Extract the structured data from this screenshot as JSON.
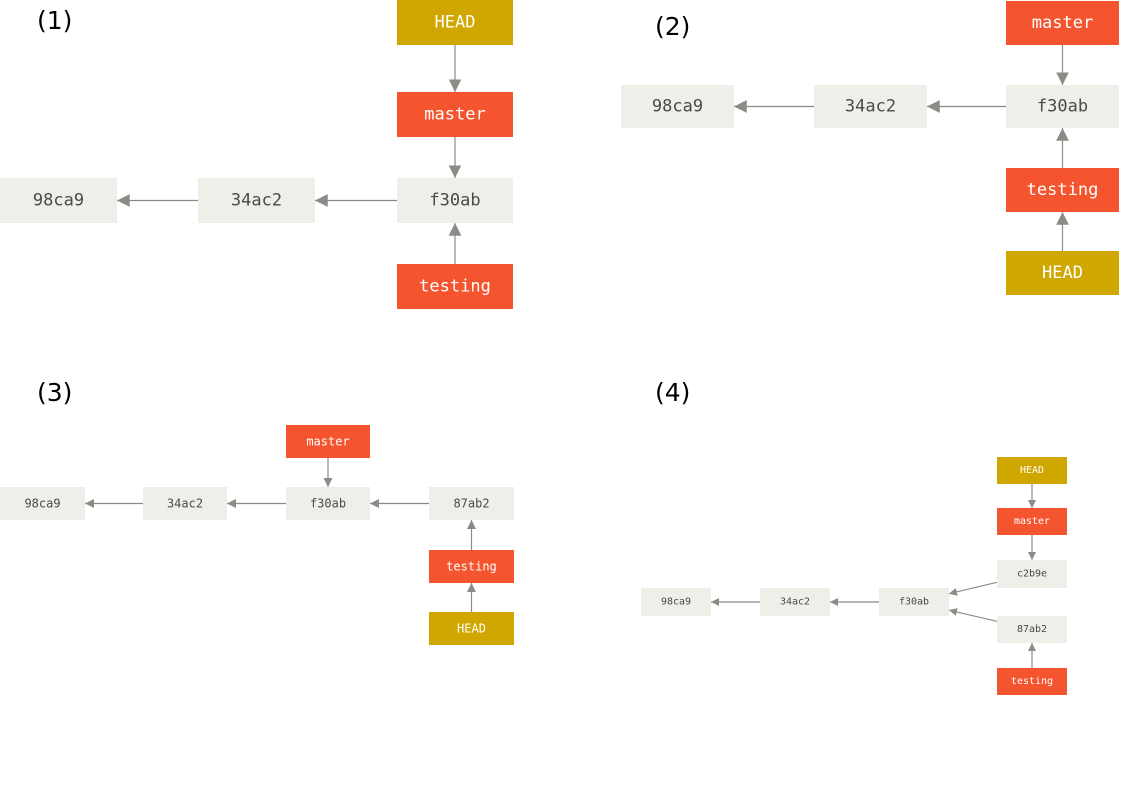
{
  "colors": {
    "commit_fill": "#efeee8",
    "commit_text": "#4a4a4a",
    "branch_fill": "#f4552f",
    "head_fill": "#cfa700",
    "label_text": "#ffffff",
    "arrow": "#8e8b86"
  },
  "panels": [
    {
      "id": "1",
      "label": "(1)",
      "nodes": [
        {
          "id": "head",
          "text": "HEAD",
          "kind": "head"
        },
        {
          "id": "master",
          "text": "master",
          "kind": "branch"
        },
        {
          "id": "98ca9",
          "text": "98ca9",
          "kind": "commit"
        },
        {
          "id": "34ac2",
          "text": "34ac2",
          "kind": "commit"
        },
        {
          "id": "f30ab",
          "text": "f30ab",
          "kind": "commit"
        },
        {
          "id": "testing",
          "text": "testing",
          "kind": "branch"
        }
      ],
      "edges": [
        {
          "from": "head",
          "to": "master"
        },
        {
          "from": "master",
          "to": "f30ab"
        },
        {
          "from": "f30ab",
          "to": "34ac2"
        },
        {
          "from": "34ac2",
          "to": "98ca9"
        },
        {
          "from": "testing",
          "to": "f30ab"
        }
      ]
    },
    {
      "id": "2",
      "label": "(2)",
      "nodes": [
        {
          "id": "master",
          "text": "master",
          "kind": "branch"
        },
        {
          "id": "98ca9",
          "text": "98ca9",
          "kind": "commit"
        },
        {
          "id": "34ac2",
          "text": "34ac2",
          "kind": "commit"
        },
        {
          "id": "f30ab",
          "text": "f30ab",
          "kind": "commit"
        },
        {
          "id": "testing",
          "text": "testing",
          "kind": "branch"
        },
        {
          "id": "head",
          "text": "HEAD",
          "kind": "head"
        }
      ],
      "edges": [
        {
          "from": "master",
          "to": "f30ab"
        },
        {
          "from": "f30ab",
          "to": "34ac2"
        },
        {
          "from": "34ac2",
          "to": "98ca9"
        },
        {
          "from": "testing",
          "to": "f30ab"
        },
        {
          "from": "head",
          "to": "testing"
        }
      ]
    },
    {
      "id": "3",
      "label": "(3)",
      "nodes": [
        {
          "id": "master",
          "text": "master",
          "kind": "branch"
        },
        {
          "id": "98ca9",
          "text": "98ca9",
          "kind": "commit"
        },
        {
          "id": "34ac2",
          "text": "34ac2",
          "kind": "commit"
        },
        {
          "id": "f30ab",
          "text": "f30ab",
          "kind": "commit"
        },
        {
          "id": "87ab2",
          "text": "87ab2",
          "kind": "commit"
        },
        {
          "id": "testing",
          "text": "testing",
          "kind": "branch"
        },
        {
          "id": "head",
          "text": "HEAD",
          "kind": "head"
        }
      ],
      "edges": [
        {
          "from": "master",
          "to": "f30ab"
        },
        {
          "from": "f30ab",
          "to": "34ac2"
        },
        {
          "from": "34ac2",
          "to": "98ca9"
        },
        {
          "from": "87ab2",
          "to": "f30ab"
        },
        {
          "from": "testing",
          "to": "87ab2"
        },
        {
          "from": "head",
          "to": "testing"
        }
      ]
    },
    {
      "id": "4",
      "label": "(4)",
      "nodes": [
        {
          "id": "head",
          "text": "HEAD",
          "kind": "head"
        },
        {
          "id": "master",
          "text": "master",
          "kind": "branch"
        },
        {
          "id": "c2b9e",
          "text": "c2b9e",
          "kind": "commit"
        },
        {
          "id": "98ca9",
          "text": "98ca9",
          "kind": "commit"
        },
        {
          "id": "34ac2",
          "text": "34ac2",
          "kind": "commit"
        },
        {
          "id": "f30ab",
          "text": "f30ab",
          "kind": "commit"
        },
        {
          "id": "87ab2",
          "text": "87ab2",
          "kind": "commit"
        },
        {
          "id": "testing",
          "text": "testing",
          "kind": "branch"
        }
      ],
      "edges": [
        {
          "from": "head",
          "to": "master"
        },
        {
          "from": "master",
          "to": "c2b9e"
        },
        {
          "from": "c2b9e",
          "to": "f30ab"
        },
        {
          "from": "87ab2",
          "to": "f30ab"
        },
        {
          "from": "f30ab",
          "to": "34ac2"
        },
        {
          "from": "34ac2",
          "to": "98ca9"
        },
        {
          "from": "testing",
          "to": "87ab2"
        }
      ]
    }
  ]
}
